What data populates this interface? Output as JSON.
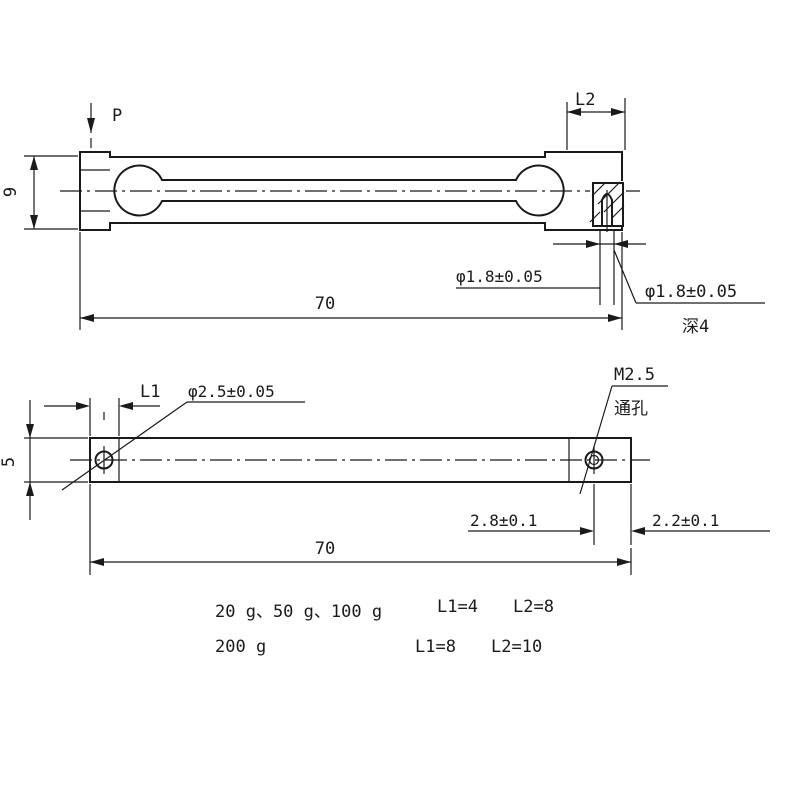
{
  "views": {
    "top": {
      "p_label": "P",
      "height_dim": "9",
      "l2_label": "L2",
      "length_dim": "70",
      "hole_dim": "φ1.8±0.05",
      "hole_callout": "φ1.8±0.05",
      "depth_note": "深4"
    },
    "bottom": {
      "l1_label": "L1",
      "hole_dim": "φ2.5±0.05",
      "thread_label": "M2.5",
      "through_note": "通孔",
      "height_dim": "5",
      "dim_left": "2.8±0.1",
      "dim_right": "2.2±0.1",
      "length_dim": "70"
    }
  },
  "notes": [
    {
      "weights": "20 g、50 g、100 g",
      "l1": "L1=4",
      "l2": "L2=8"
    },
    {
      "weights": "200 g",
      "l1": "L1=8",
      "l2": "L2=10"
    }
  ]
}
